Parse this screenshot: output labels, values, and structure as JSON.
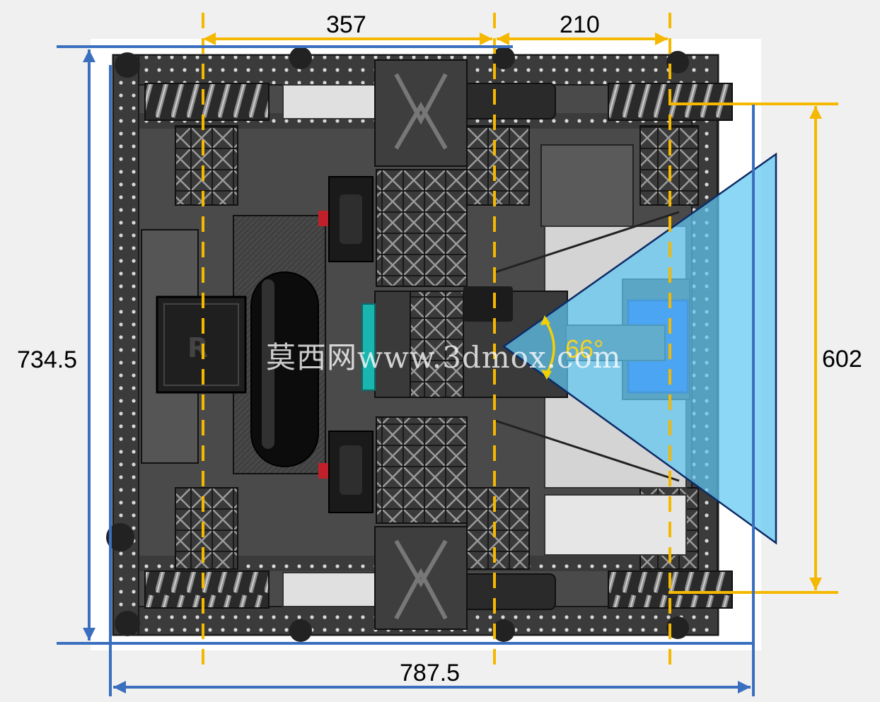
{
  "dimensions": {
    "top_left": "357",
    "top_right": "210",
    "left_height": "734.5",
    "bottom_width": "787.5",
    "right_height": "602"
  },
  "camera_angle": "66°",
  "watermark": "莫西网www.3dmox.com",
  "colors": {
    "dimension_yellow": "#f5b800",
    "dimension_blue": "#3a6fbf",
    "fov_fill": "#5fc6f2",
    "chassis_dark": "#2b2b2b",
    "accent_teal": "#19b6b0",
    "screen_blue": "#1a4ff0"
  }
}
